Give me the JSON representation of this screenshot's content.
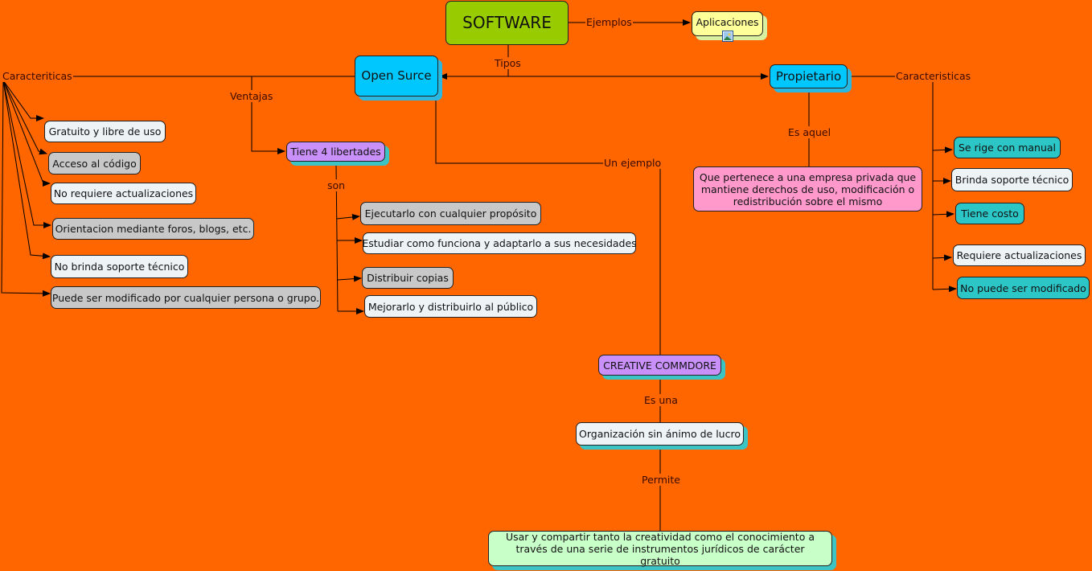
{
  "root": {
    "label": "SOFTWARE"
  },
  "examples": {
    "link": "Ejemplos",
    "node": "Aplicaciones",
    "attachment_icon": "image-icon"
  },
  "types_link": "Tipos",
  "open_source": {
    "label": "Open Surce",
    "characteristics_link": "Caracteriticas",
    "characteristics": [
      "Gratuito y libre de uso",
      "Acceso al código",
      "No requiere actualizaciones",
      "Orientacion mediante foros, blogs, etc.",
      "No brinda soporte técnico",
      "Puede ser modificado por cualquier persona o grupo."
    ],
    "advantages_link": "Ventajas",
    "advantages_node": "Tiene 4 libertades",
    "freedoms_link": "son",
    "freedoms": [
      "Ejecutarlo con cualquier propósito",
      "Estudiar como funciona y adaptarlo a sus necesidades",
      "Distribuir copias",
      "Mejorarlo y distribuirlo al público"
    ],
    "example_link": "Un ejemplo"
  },
  "proprietary": {
    "label": "Propietario",
    "definition_link": "Es aquel",
    "definition": "Que pertenece a una empresa privada que mantiene derechos de uso, modificación o redistribución sobre el mismo",
    "characteristics_link": "Caracteristicas",
    "characteristics": [
      "Se rige con manual",
      "Brinda soporte técnico",
      "Tiene costo",
      "Requiere actualizaciones",
      "No puede ser modificado"
    ]
  },
  "creative": {
    "label": "CREATIVE COMMDORE",
    "is_link": "Es una",
    "org": "Organización sin ánimo de lucro",
    "allows_link": "Permite",
    "allows": "Usar y compartir tanto la creatividad como el conocimiento a través de una serie de instrumentos jurídicos de carácter gratuito"
  },
  "colors": {
    "background": "#ff6600",
    "root": "#99cc00",
    "type_node": "#00c8ff",
    "freedoms_node": "#c890f8",
    "definition": "#ff99cc",
    "allows": "#c8ffc8"
  }
}
